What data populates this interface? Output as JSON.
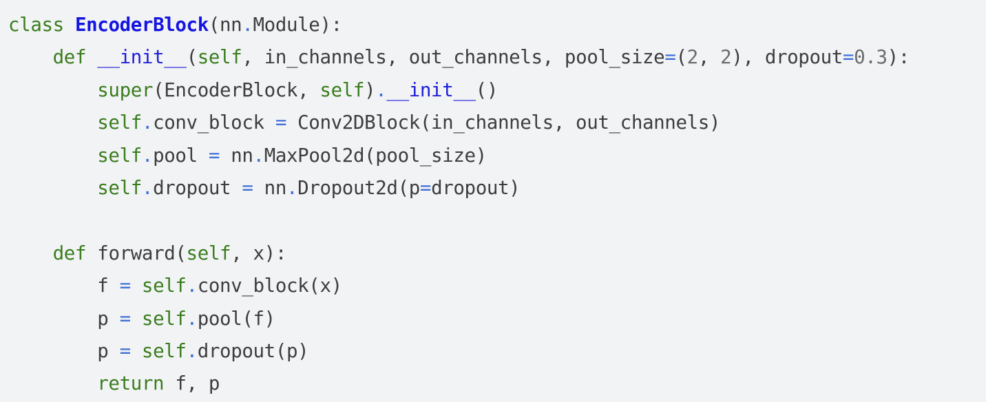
{
  "code": {
    "language": "python",
    "lines": [
      [
        [
          "kw",
          "class"
        ],
        [
          "txt",
          " "
        ],
        [
          "cls",
          "EncoderBlock"
        ],
        [
          "txt",
          "(nn"
        ],
        [
          "op",
          "."
        ],
        [
          "txt",
          "Module):"
        ]
      ],
      [
        [
          "txt",
          "    "
        ],
        [
          "kw",
          "def"
        ],
        [
          "txt",
          " "
        ],
        [
          "def",
          "__init__"
        ],
        [
          "txt",
          "("
        ],
        [
          "kw",
          "self"
        ],
        [
          "txt",
          ", in_channels, out_channels, pool_size"
        ],
        [
          "op",
          "="
        ],
        [
          "txt",
          "("
        ],
        [
          "num",
          "2"
        ],
        [
          "txt",
          ", "
        ],
        [
          "num",
          "2"
        ],
        [
          "txt",
          "), dropout"
        ],
        [
          "op",
          "="
        ],
        [
          "num",
          "0.3"
        ],
        [
          "txt",
          "):"
        ]
      ],
      [
        [
          "txt",
          "        "
        ],
        [
          "kw",
          "super"
        ],
        [
          "txt",
          "(EncoderBlock, "
        ],
        [
          "kw",
          "self"
        ],
        [
          "txt",
          ")"
        ],
        [
          "op",
          "."
        ],
        [
          "def",
          "__init__"
        ],
        [
          "txt",
          "()"
        ]
      ],
      [
        [
          "txt",
          "        "
        ],
        [
          "kw",
          "self"
        ],
        [
          "op",
          "."
        ],
        [
          "txt",
          "conv_block "
        ],
        [
          "op",
          "="
        ],
        [
          "txt",
          " Conv2DBlock(in_channels, out_channels)"
        ]
      ],
      [
        [
          "txt",
          "        "
        ],
        [
          "kw",
          "self"
        ],
        [
          "op",
          "."
        ],
        [
          "txt",
          "pool "
        ],
        [
          "op",
          "="
        ],
        [
          "txt",
          " nn"
        ],
        [
          "op",
          "."
        ],
        [
          "txt",
          "MaxPool2d(pool_size)"
        ]
      ],
      [
        [
          "txt",
          "        "
        ],
        [
          "kw",
          "self"
        ],
        [
          "op",
          "."
        ],
        [
          "txt",
          "dropout "
        ],
        [
          "op",
          "="
        ],
        [
          "txt",
          " nn"
        ],
        [
          "op",
          "."
        ],
        [
          "txt",
          "Dropout2d(p"
        ],
        [
          "op",
          "="
        ],
        [
          "txt",
          "dropout)"
        ]
      ],
      [],
      [
        [
          "txt",
          "    "
        ],
        [
          "kw",
          "def"
        ],
        [
          "txt",
          " forward("
        ],
        [
          "kw",
          "self"
        ],
        [
          "txt",
          ", x):"
        ]
      ],
      [
        [
          "txt",
          "        f "
        ],
        [
          "op",
          "="
        ],
        [
          "txt",
          " "
        ],
        [
          "kw",
          "self"
        ],
        [
          "op",
          "."
        ],
        [
          "txt",
          "conv_block(x)"
        ]
      ],
      [
        [
          "txt",
          "        p "
        ],
        [
          "op",
          "="
        ],
        [
          "txt",
          " "
        ],
        [
          "kw",
          "self"
        ],
        [
          "op",
          "."
        ],
        [
          "txt",
          "pool(f)"
        ]
      ],
      [
        [
          "txt",
          "        p "
        ],
        [
          "op",
          "="
        ],
        [
          "txt",
          " "
        ],
        [
          "kw",
          "self"
        ],
        [
          "op",
          "."
        ],
        [
          "txt",
          "dropout(p)"
        ]
      ],
      [
        [
          "txt",
          "        "
        ],
        [
          "kw",
          "return"
        ],
        [
          "txt",
          " f, p"
        ]
      ]
    ]
  }
}
